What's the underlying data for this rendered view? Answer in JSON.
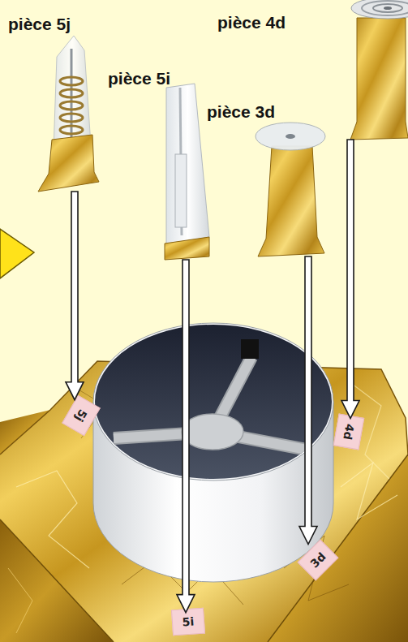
{
  "diagram": {
    "nodes": [
      {
        "text": [
          "pièce 5j"
        ]
      },
      {
        "text": [
          "pièce 4d"
        ]
      },
      {
        "text": [
          "pièce 5i"
        ]
      },
      {
        "text": [
          "pièce 3d"
        ]
      },
      {
        "text": [
          "5j"
        ]
      },
      {
        "text": [
          "4d"
        ]
      },
      {
        "text": [
          "3d"
        ]
      },
      {
        "text": [
          "5i"
        ]
      }
    ],
    "edges": [
      {
        "from": 0,
        "to": 4,
        "arrow": "to"
      },
      {
        "from": 1,
        "to": 5,
        "arrow": "to"
      },
      {
        "from": 2,
        "to": 7,
        "arrow": "to"
      },
      {
        "from": 3,
        "to": 6,
        "arrow": "to"
      }
    ]
  }
}
